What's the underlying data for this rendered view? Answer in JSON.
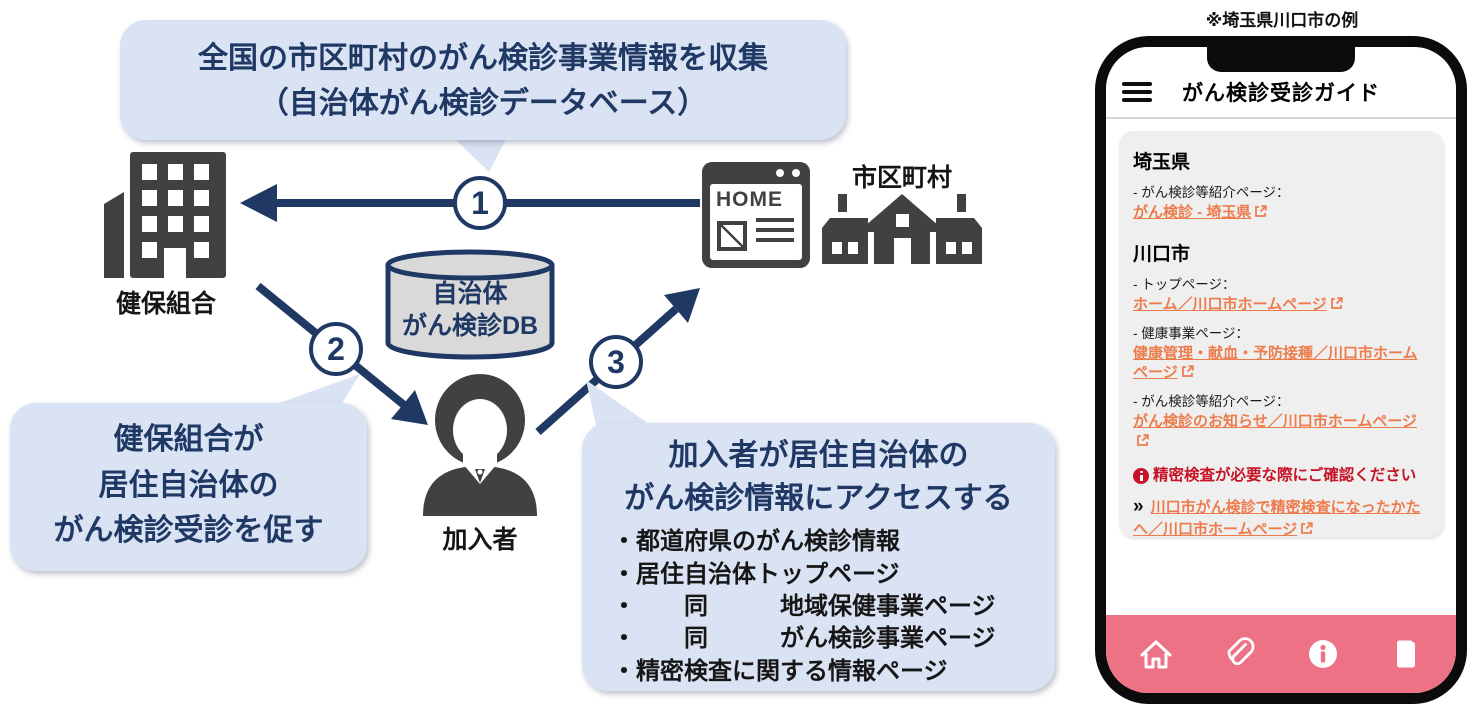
{
  "colors": {
    "navy": "#1f3864",
    "callout_bg": "#dae3f3",
    "icon_gray": "#414141",
    "db_fill": "#d9d9d9",
    "link_orange": "#ed7c4d",
    "warning_red": "#c41425",
    "accent_pink": "#ee7286"
  },
  "diagram": {
    "top_callout": {
      "lines": [
        "全国の市区町村のがん検診事業情報を収集",
        "（自治体がん検診データベース）"
      ]
    },
    "left_callout": {
      "lines": [
        "健保組合が",
        "居住自治体の",
        "がん検診受診を促す"
      ]
    },
    "right_callout": {
      "title_lines": [
        "加入者が居住自治体の",
        "がん検診情報にアクセスする"
      ],
      "bullets": [
        "・都道府県のがん検診情報",
        "・居住自治体トップページ",
        "・　　同　　　地域保健事業ページ",
        "・　　同　　　がん検診事業ページ",
        "・精密検査に関する情報ページ"
      ]
    },
    "steps": [
      "1",
      "2",
      "3"
    ],
    "nodes": {
      "insurer_label": "健保組合",
      "browser_home": "HOME",
      "municipality_label": "市区町村",
      "db_lines": [
        "自治体",
        "がん検診DB"
      ],
      "member_label": "加入者"
    }
  },
  "phone": {
    "caption": "※埼玉県川口市の例",
    "header_title": "がん検診受診ガイド",
    "sections": [
      {
        "heading": "埼玉県",
        "items": [
          {
            "label": "- がん検診等紹介ページ：",
            "link": "がん検診 - 埼玉県"
          }
        ]
      },
      {
        "heading": "川口市",
        "items": [
          {
            "label": "- トップページ：",
            "link": "ホーム／川口市ホームページ"
          },
          {
            "label": "- 健康事業ページ：",
            "link": "健康管理・献血・予防接種／川口市ホームページ"
          },
          {
            "label": "- がん検診等紹介ページ：",
            "link": "がん検診のお知らせ／川口市ホームページ"
          }
        ]
      }
    ],
    "warning": {
      "notice": "精密検査が必要な際にご確認ください",
      "chevron": "»",
      "link": "川口市がん検診で精密検査になったかたへ／川口市ホームページ"
    }
  }
}
